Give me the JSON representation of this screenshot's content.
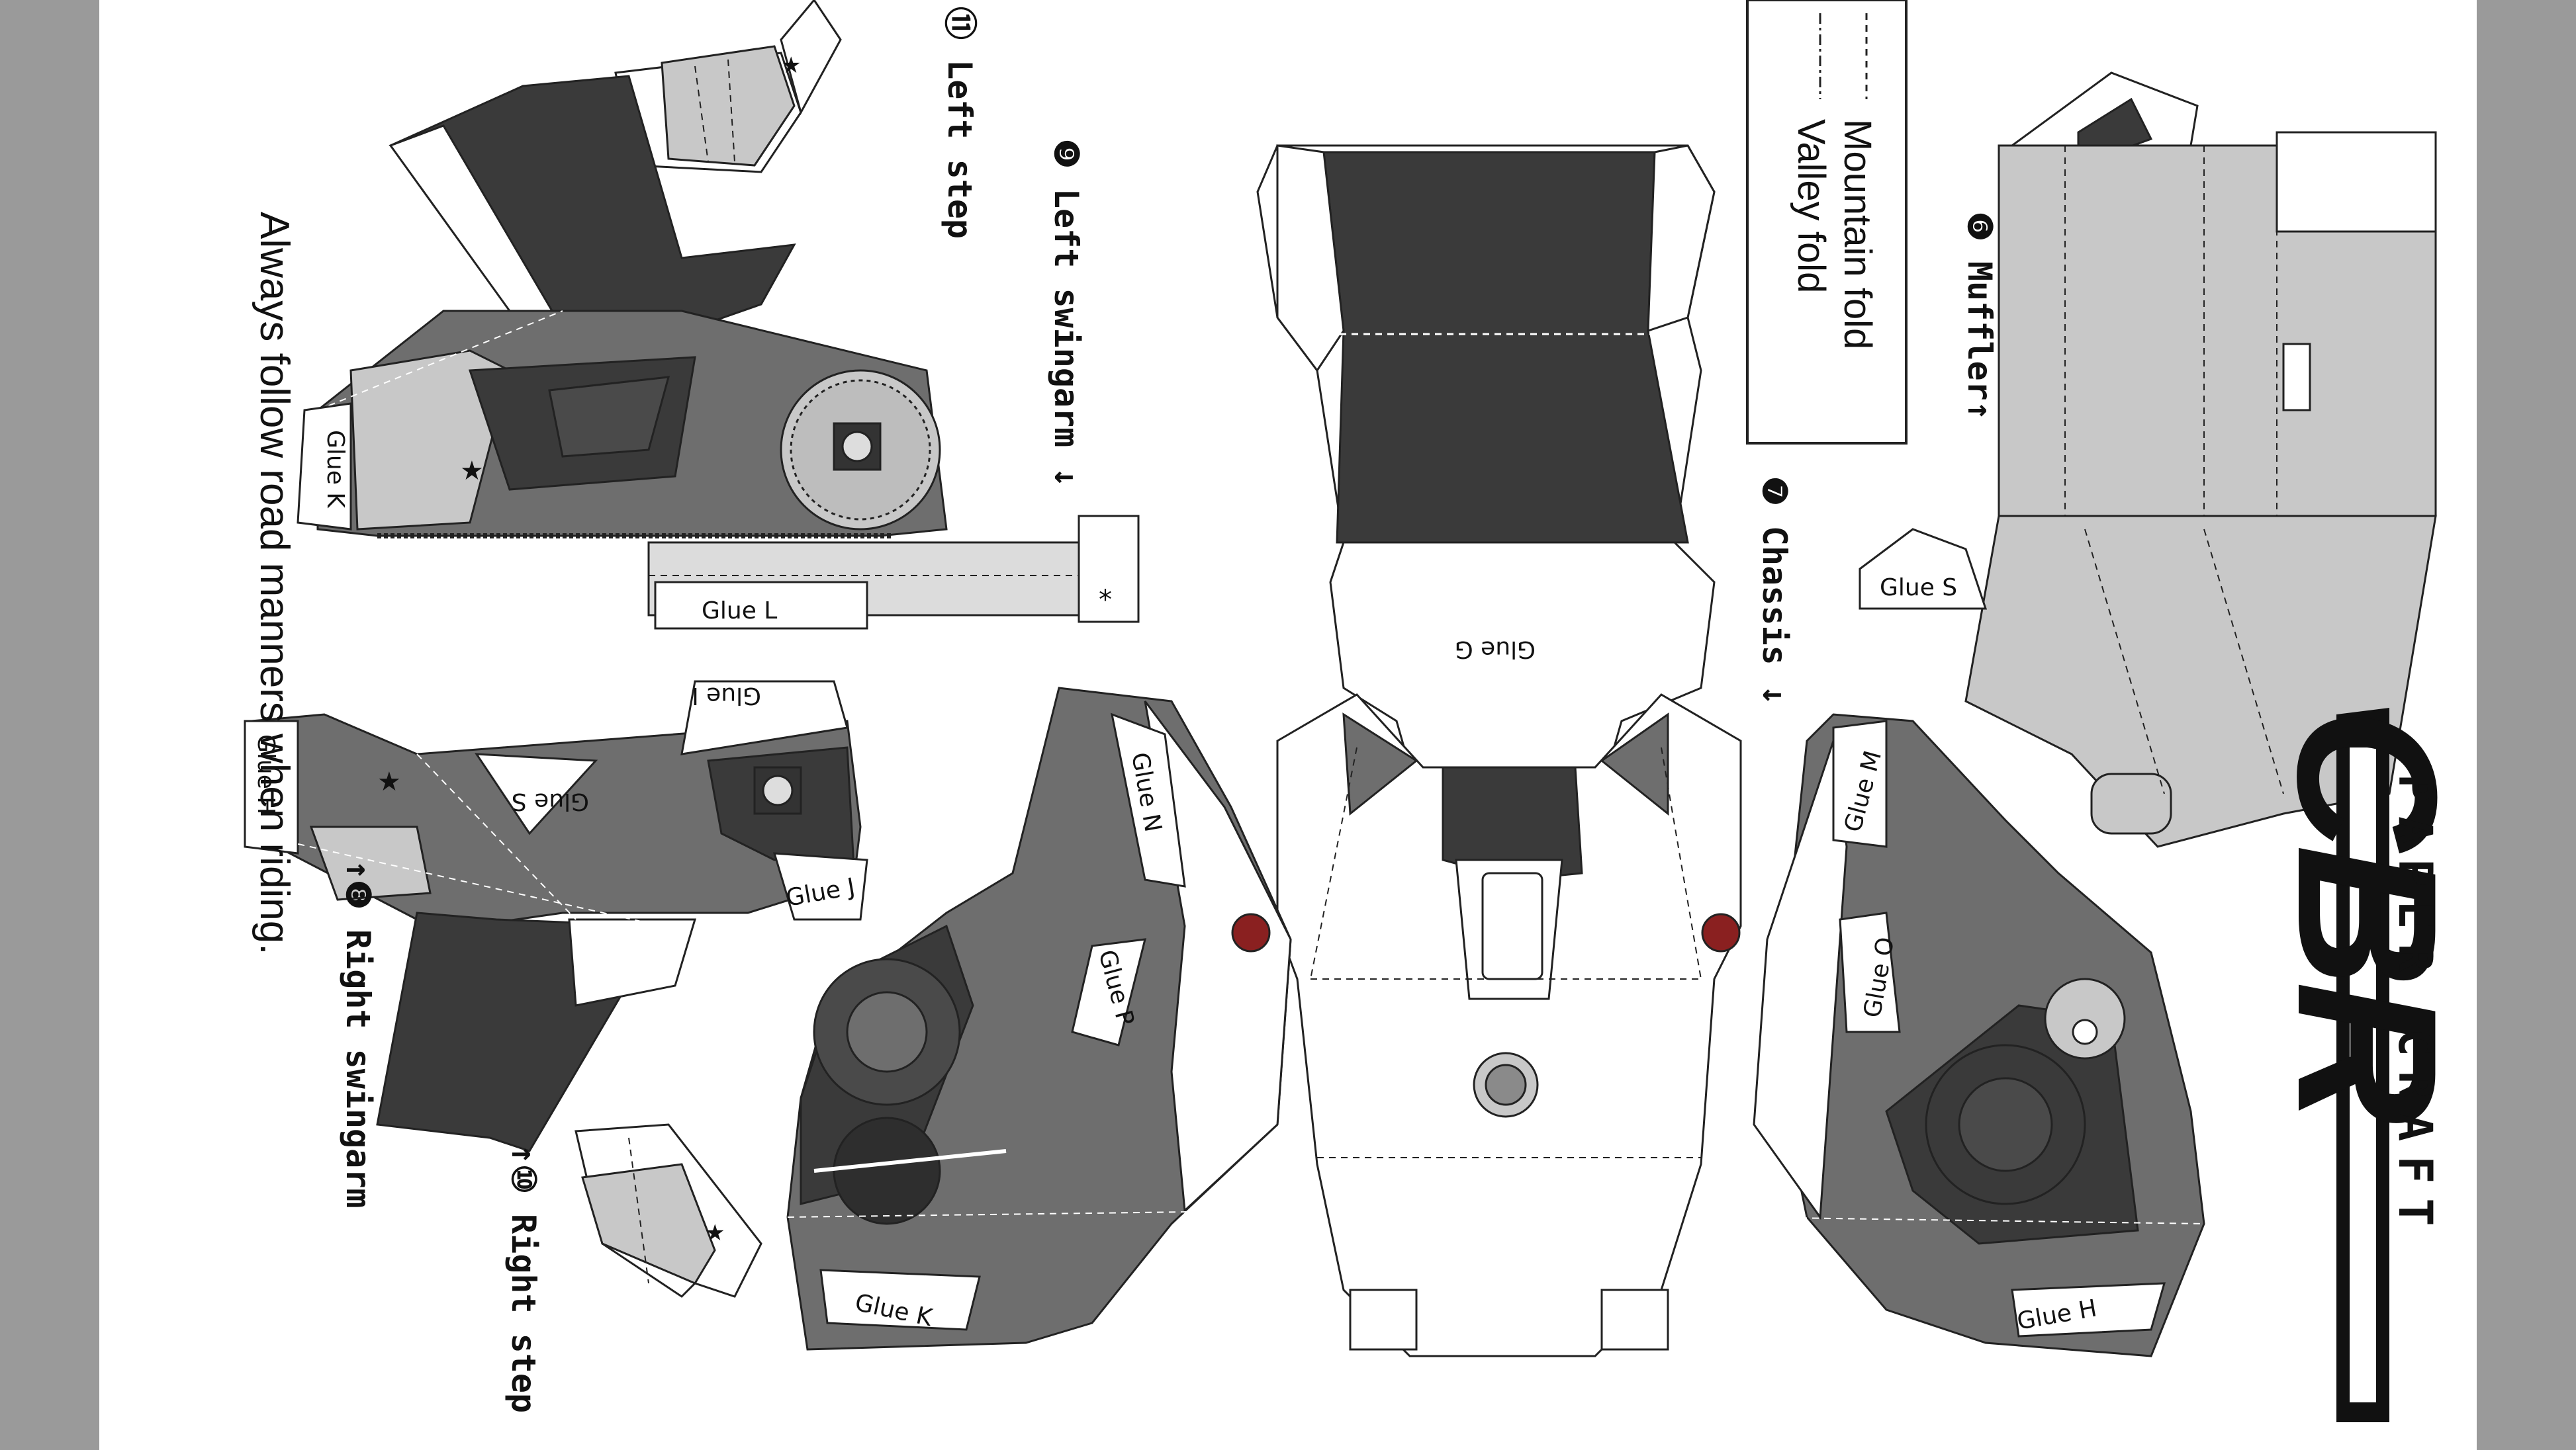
{
  "sheet": {
    "brand_logo": "CBR",
    "subtitle": "PAPER CRAFT",
    "footer_note": "Always follow road manners when riding."
  },
  "legend": {
    "mountain_fold": "Mountain fold",
    "valley_fold": "Valley fold"
  },
  "parts": {
    "p11": "⑪ Left step",
    "p9": "❾ Left swingarm ↓",
    "p6": "❻ Muffler↑",
    "p7": "❼ Chassis ↓",
    "p8": "↑❽ Right swingarm",
    "p10": "↑⑩ Right step"
  },
  "glue": {
    "K1": "Glue K",
    "L": "Glue L",
    "I": "Glue I",
    "S1": "Glue S",
    "H1": "Glue H",
    "J": "Glue J",
    "N": "Glue N",
    "P": "Glue P",
    "G": "Glue G",
    "M": "Glue M",
    "O": "Glue O",
    "S2": "Glue S",
    "K2": "Glue K",
    "H2": "Glue H"
  },
  "marks": {
    "star": "★",
    "asterisk": "*"
  },
  "colors": {
    "dark": "#3a3a3a",
    "mid": "#6e6e6e",
    "light": "#c8c8c8",
    "paper": "#ffffff",
    "frame": "#9a9a9a",
    "logo_red": "#8a2020"
  }
}
